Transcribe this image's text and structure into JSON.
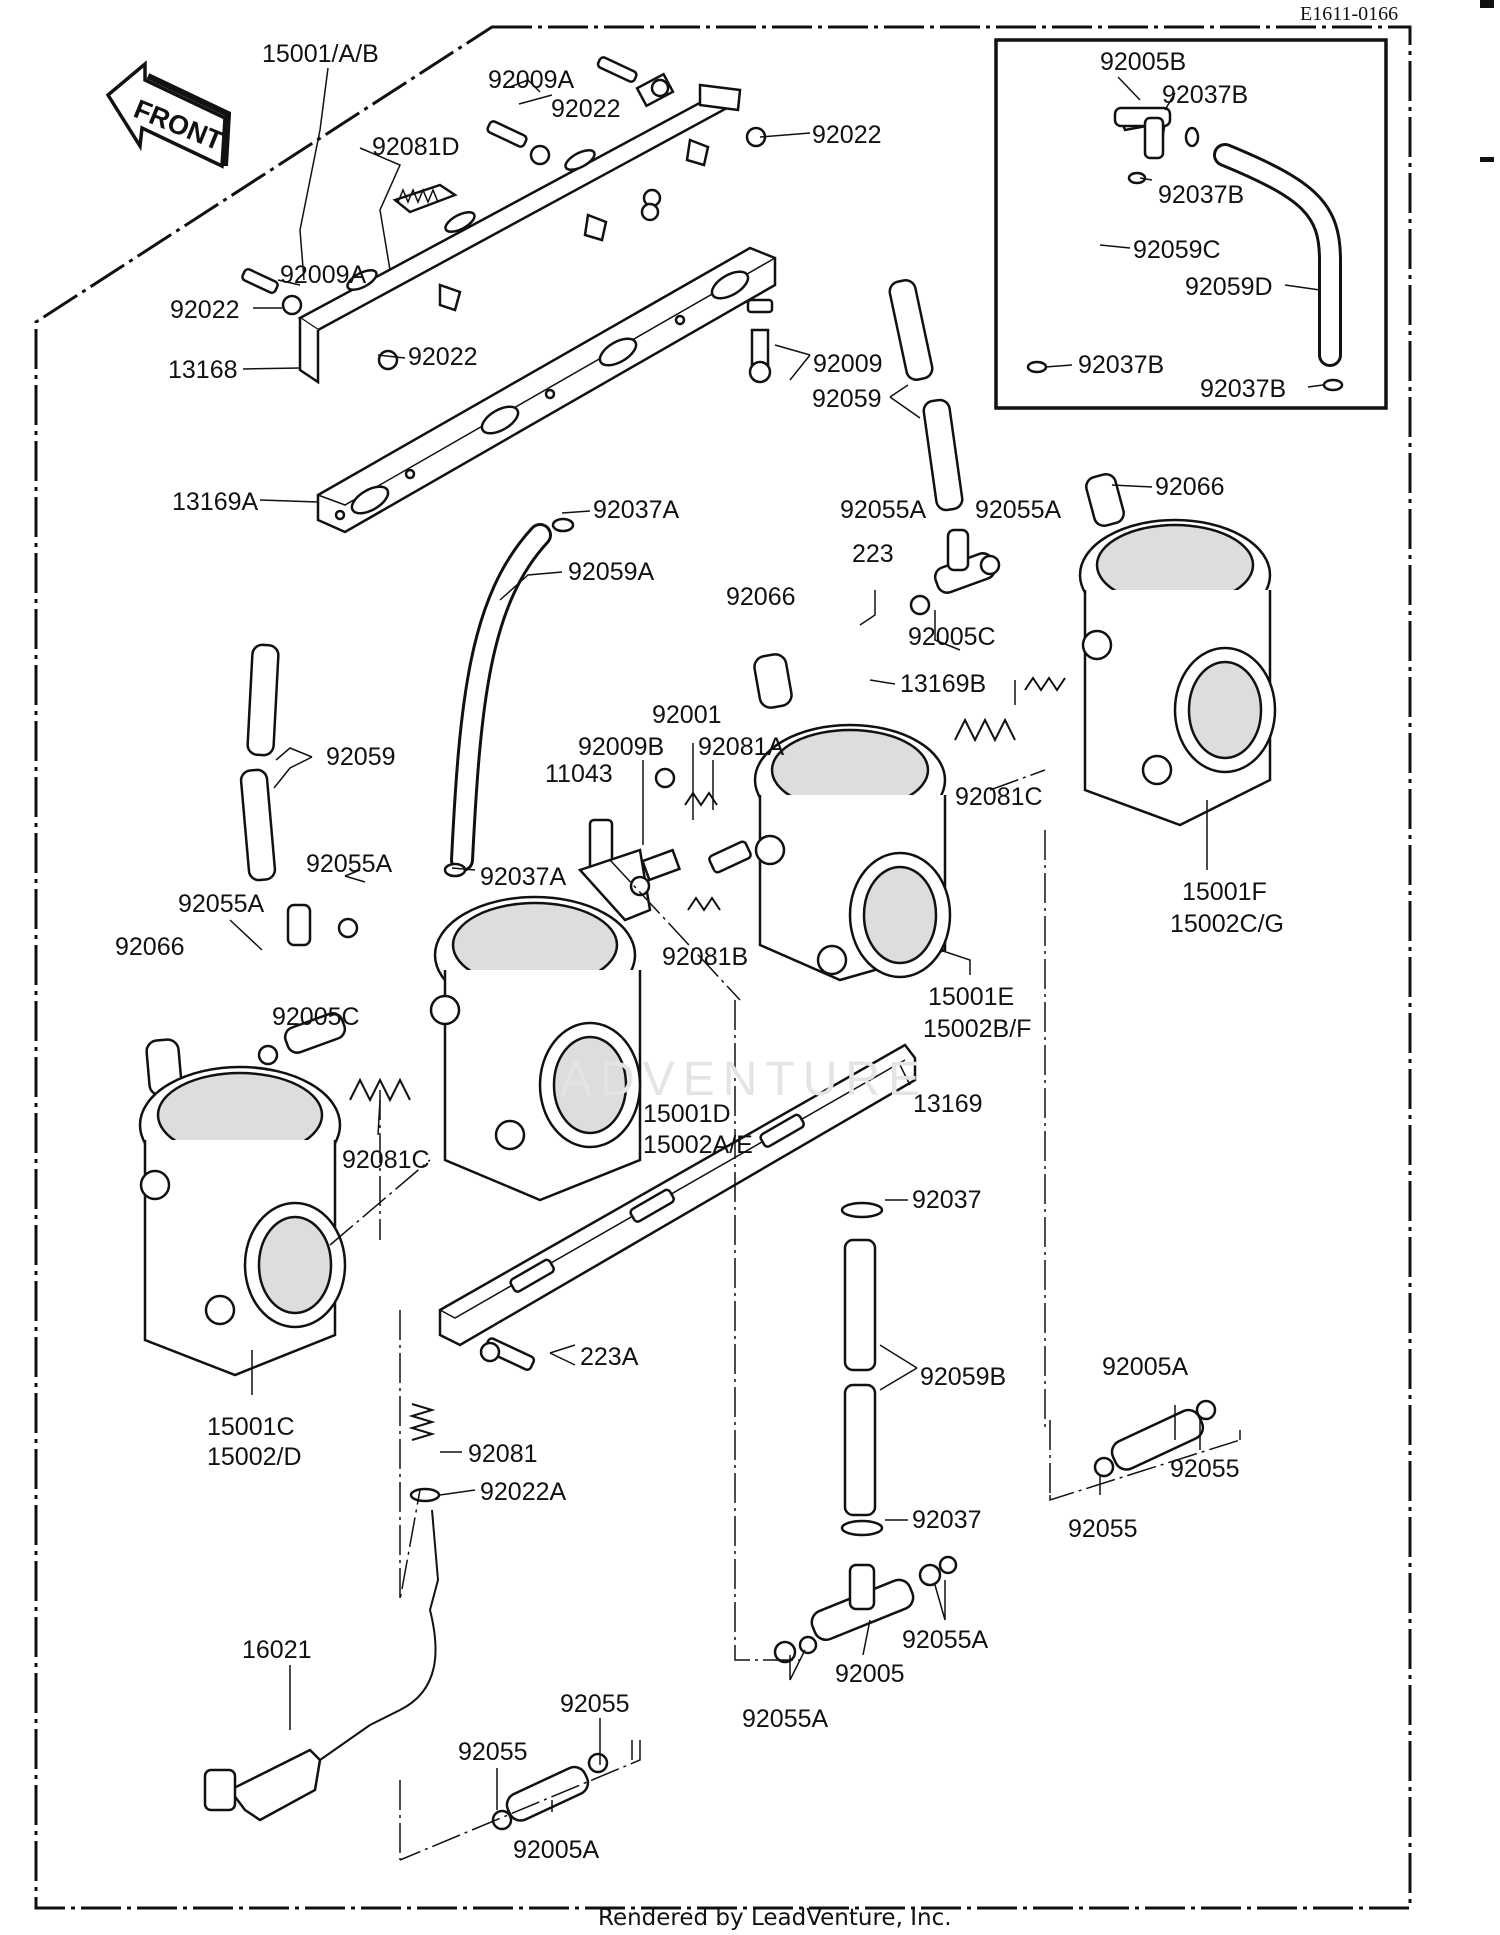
{
  "diagram_code": "E1611-0166",
  "front_label": "FRONT",
  "footer": "Rendered by LeadVenture, Inc.",
  "labels": {
    "l15001ab": "15001/A/B",
    "l92009A_top": "92009A",
    "l92022_top1": "92022",
    "l92022_top2": "92022",
    "l92081D": "92081D",
    "l92009A_left": "92009A",
    "l92022_left": "92022",
    "l92022_mid": "92022",
    "l13168": "13168",
    "l13169A": "13169A",
    "l92009": "92009",
    "l92059_top": "92059",
    "l92037A_top": "92037A",
    "l92059A": "92059A",
    "l92055A_tr1": "92055A",
    "l92055A_tr2": "92055A",
    "l92066_tr": "92066",
    "l223": "223",
    "l92066_mid": "92066",
    "l92005C_right": "92005C",
    "l13169B": "13169B",
    "l92059_left": "92059",
    "l92001": "92001",
    "l92009B": "92009B",
    "l92081A": "92081A",
    "l11043": "11043",
    "l92081C_right": "92081C",
    "l92055A_l1": "92055A",
    "l92055A_l2": "92055A",
    "l92037A_mid": "92037A",
    "l92066_left": "92066",
    "l92005C_left": "92005C",
    "l92081B": "92081B",
    "l15001F": "15001F",
    "l15002CG": "15002C/G",
    "l15001E": "15001E",
    "l15002BF": "15002B/F",
    "l92081C_left": "92081C",
    "l15001D": "15001D",
    "l15002AE": "15002A/E",
    "l13169": "13169",
    "l92037_1": "92037",
    "l223A": "223A",
    "l15001C": "15001C",
    "l15002D": "15002/D",
    "l92059B": "92059B",
    "l92005A_right": "92005A",
    "l92055_r1": "92055",
    "l92055_r2": "92055",
    "l92081": "92081",
    "l92022A": "92022A",
    "l92037_2": "92037",
    "l92055A_b1": "92055A",
    "l92055A_b2": "92055A",
    "l92005": "92005",
    "l16021": "16021",
    "l92055_b1": "92055",
    "l92055_b2": "92055",
    "l92005A_bottom": "92005A",
    "i92005B": "92005B",
    "i92037B_1": "92037B",
    "i92037B_2": "92037B",
    "i92059C": "92059C",
    "i92059D": "92059D",
    "i92037B_3": "92037B",
    "i92037B_4": "92037B"
  }
}
